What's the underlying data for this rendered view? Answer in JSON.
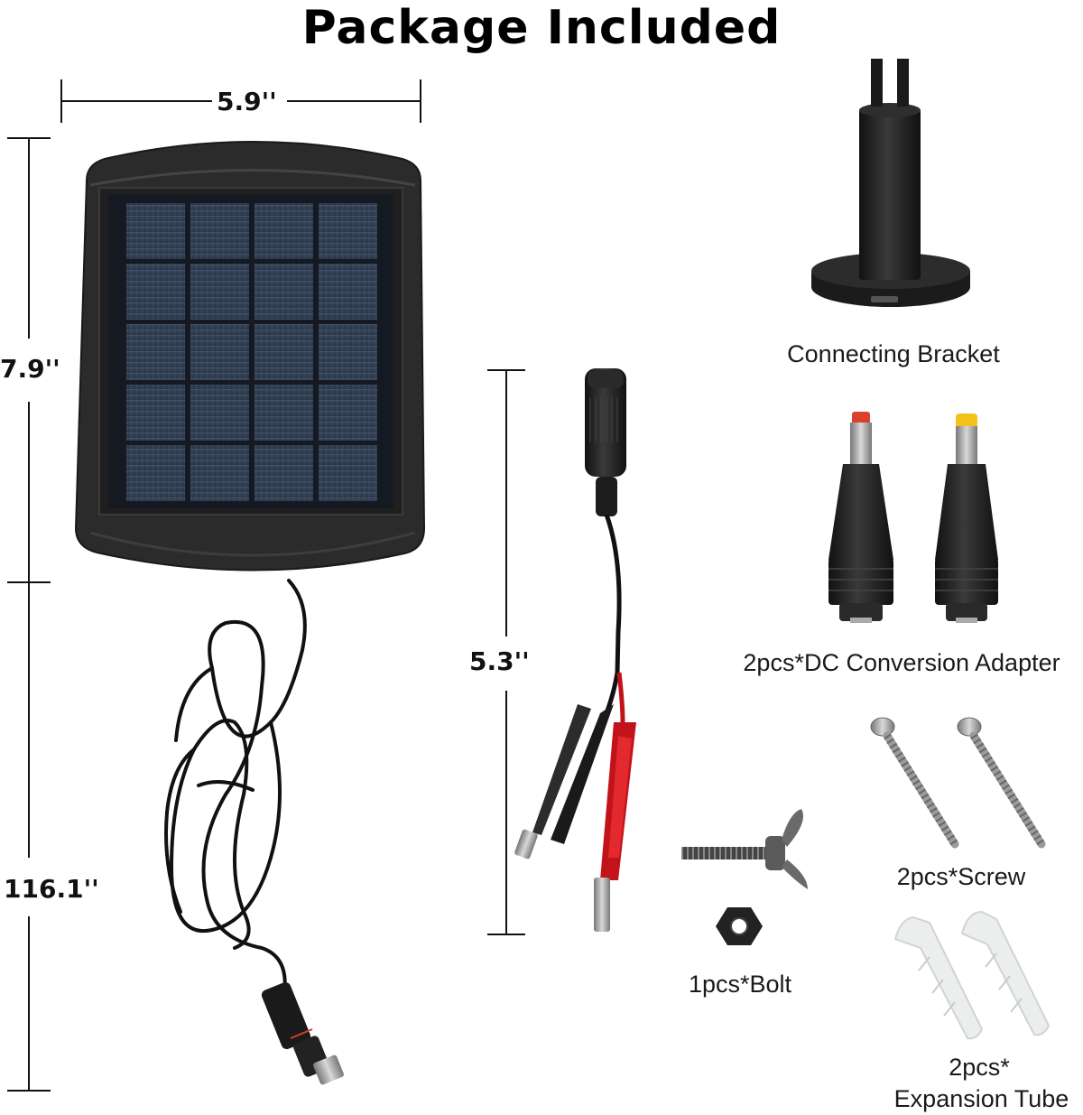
{
  "title": "Package Included",
  "dimensions": {
    "width": "5.9''",
    "panel_height": "7.9''",
    "cable_length": "116.1''",
    "clip_cable_length": "5.3''"
  },
  "items": {
    "bracket": "Connecting Bracket",
    "adapter": "2pcs*DC Conversion Adapter",
    "screw": "2pcs*Screw",
    "bolt": "1pcs*Bolt",
    "tube_line1": "2pcs*",
    "tube_line2": "Expansion Tube"
  },
  "colors": {
    "panel_frame": "#2a2a2a",
    "solar_cell": "#2e3a4c",
    "clip_red": "#c2121a",
    "clip_black": "#1a1a1a",
    "tip_yellow": "#f2c21b",
    "tip_red": "#d9412b"
  }
}
